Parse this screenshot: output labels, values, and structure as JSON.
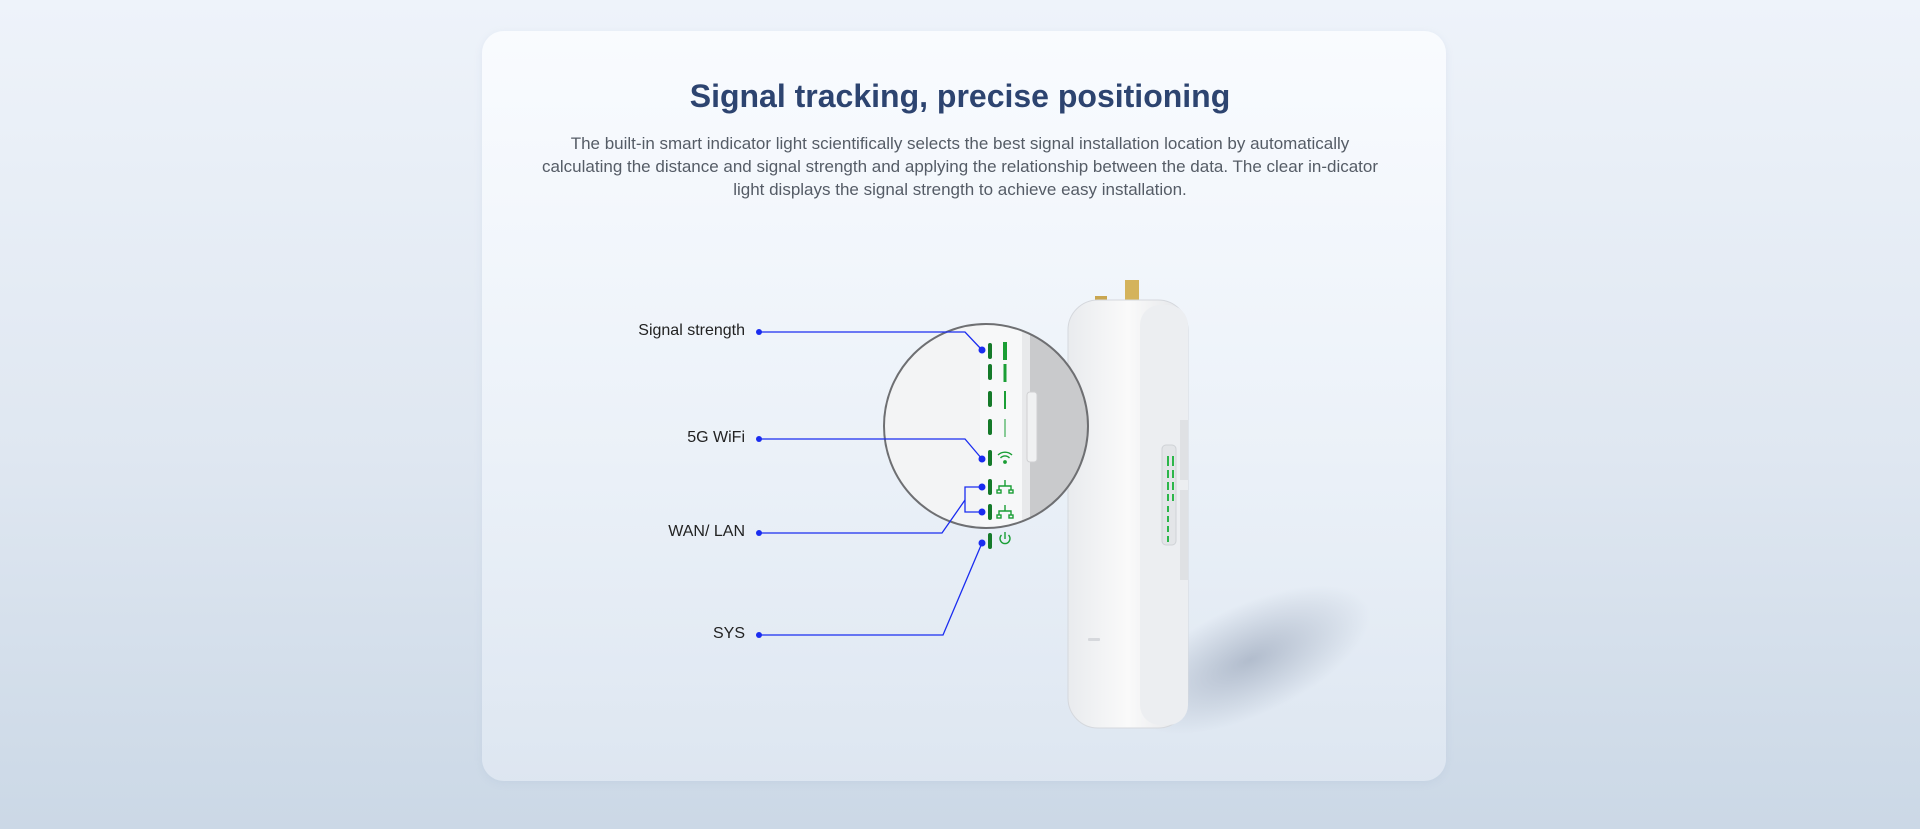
{
  "heading": {
    "title": "Signal tracking, precise positioning",
    "description": "The built-in smart indicator light scientifically selects the best signal installation location by automatically calculating the distance and signal strength and applying the relationship between the data. The clear in-dicator light displays the signal strength to achieve easy installation."
  },
  "callouts": [
    {
      "label": "Signal strength"
    },
    {
      "label": "5G WiFi"
    },
    {
      "label": "WAN/ LAN"
    },
    {
      "label": "SYS"
    }
  ],
  "colors": {
    "line": "#1a2cf0",
    "led": "#1a9e35",
    "title": "#2d4470"
  }
}
